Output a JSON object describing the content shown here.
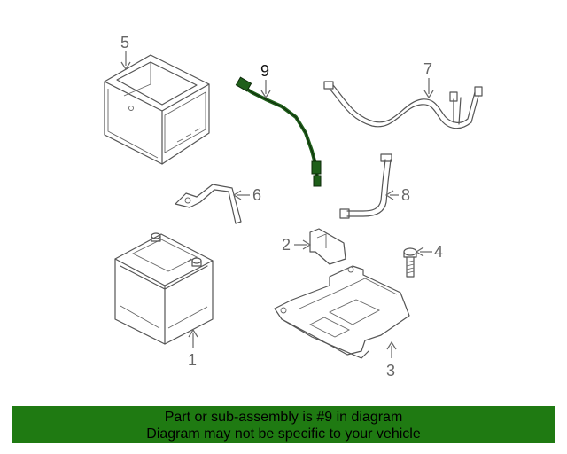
{
  "callouts": {
    "c1": "1",
    "c2": "2",
    "c3": "3",
    "c4": "4",
    "c5": "5",
    "c6": "6",
    "c7": "7",
    "c8": "8",
    "c9": "9"
  },
  "footer": {
    "line1": "Part or sub-assembly is #9 in diagram",
    "line2": "Diagram may not be specific to your vehicle",
    "color": "#1f7a12"
  },
  "highlight_part": "9",
  "highlight_color": "#1f5f1a"
}
